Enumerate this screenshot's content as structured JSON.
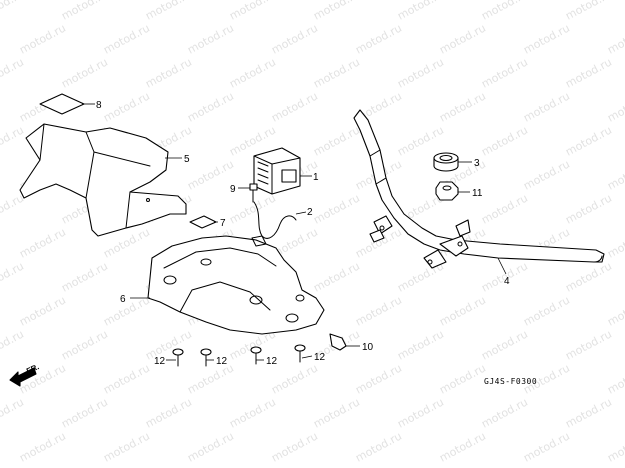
{
  "watermark": "motod.ru",
  "diagram_code": "GJ4S-F0300",
  "direction_label": "FR.",
  "callouts": {
    "c1": "1",
    "c2": "2",
    "c3": "3",
    "c4": "4",
    "c5": "5",
    "c6": "6",
    "c7": "7",
    "c8": "8",
    "c9": "9",
    "c10": "10",
    "c11": "11",
    "c12a": "12",
    "c12b": "12",
    "c12c": "12",
    "c12d": "12"
  },
  "colors": {
    "line": "#000000",
    "watermark": "#e2e2e2",
    "background": "#ffffff"
  }
}
